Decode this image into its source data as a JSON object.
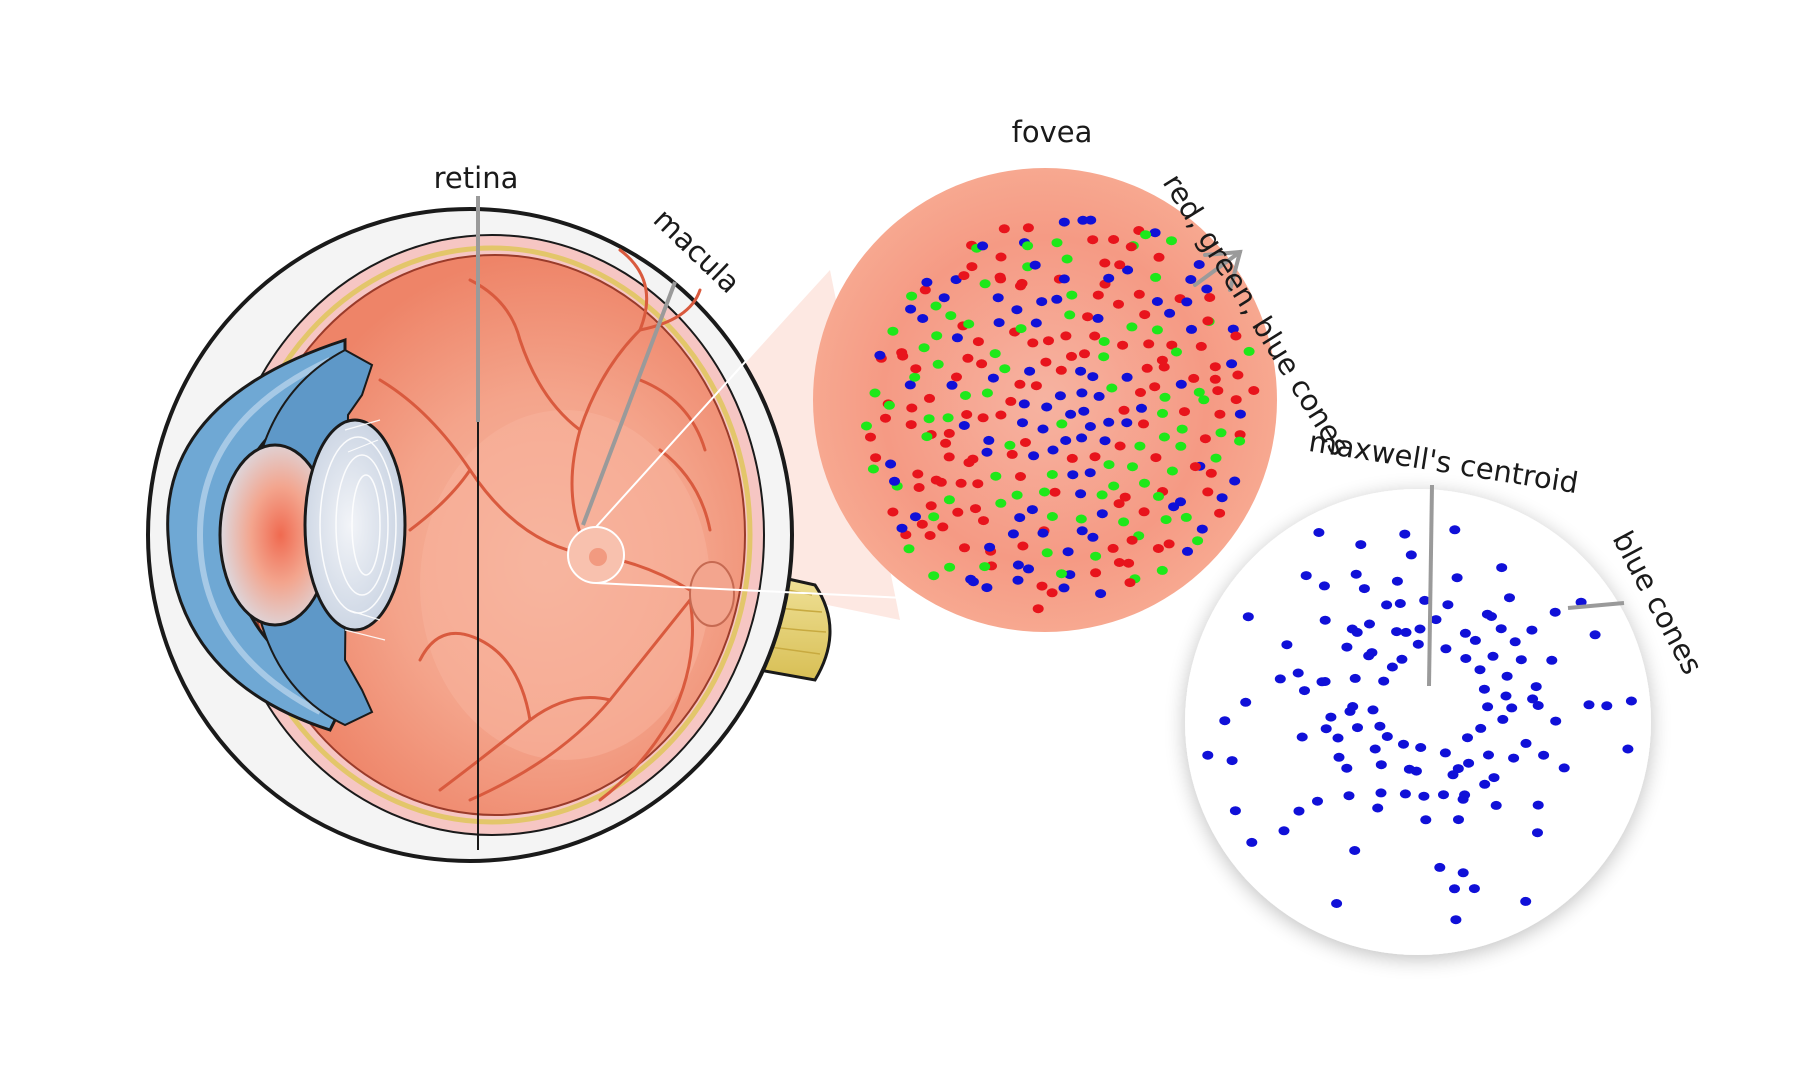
{
  "labels": {
    "retina": "retina",
    "macula": "macula",
    "fovea": "fovea",
    "rgb_cones": "red, green, blue cones",
    "maxwells_centroid": "maxwell's centroid",
    "blue_cones": "blue cones"
  },
  "colors": {
    "red_cone": "#e8141c",
    "green_cone": "#1ee81a",
    "blue_cone": "#1010d8",
    "fovea_bg": "#f7a08a",
    "retina_fill": "#f08c72",
    "sclera": "#f0f0f0",
    "cornea_blue": "#6fa8d4",
    "optic_nerve": "#e6d27a",
    "leader_line": "#9a9a9a"
  },
  "icons": [
    "eye-cross-section-illustration",
    "arrow-icon"
  ]
}
